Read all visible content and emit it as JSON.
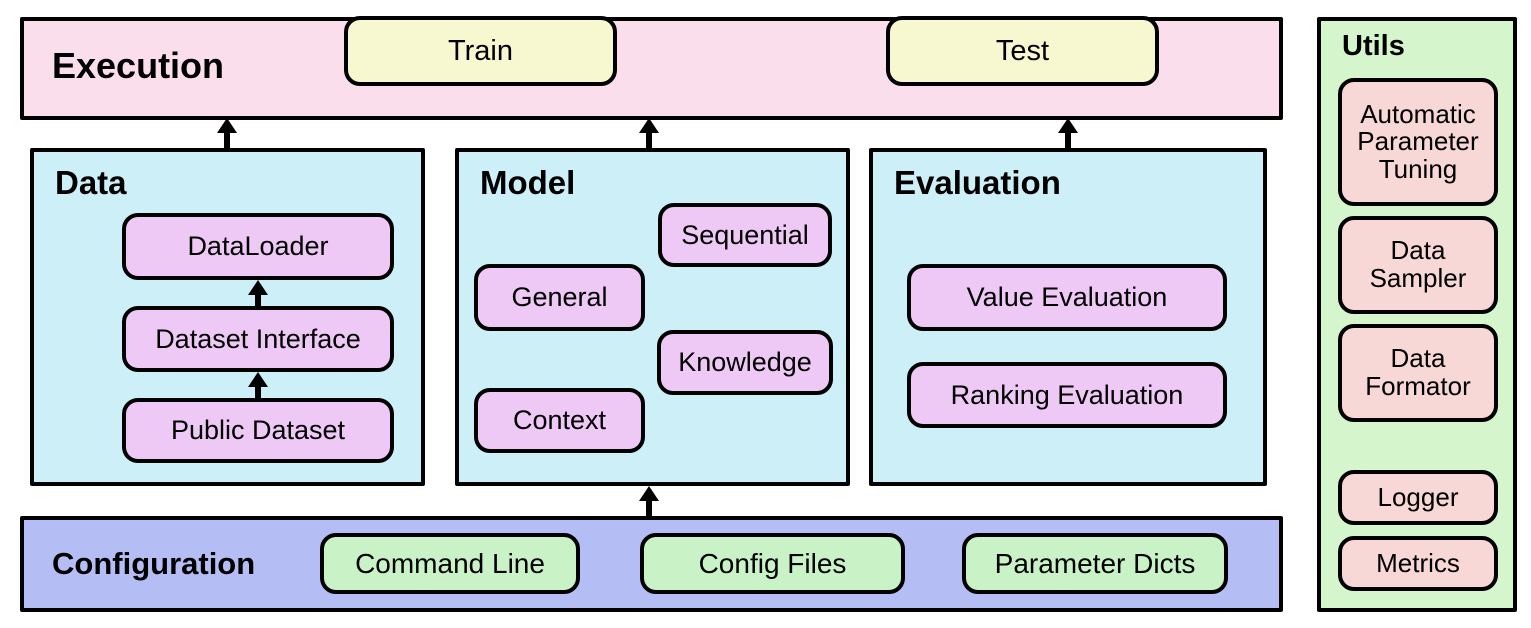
{
  "diagram": {
    "title": "RecBole-style library architecture diagram",
    "colors": {
      "execution_bg": "#FADEEB",
      "stage_bg": "#CCEFF8",
      "model_chip": "#EFC9F6",
      "exec_chip": "#F7F7D0",
      "configuration_bg": "#B5BDF5",
      "config_chip": "#CAF2C7",
      "utils_bg": "#D5F5CC",
      "utils_chip": "#F8D7D7",
      "stroke": "#000000"
    }
  },
  "execution": {
    "title": "Execution",
    "items": [
      {
        "label": "Train"
      },
      {
        "label": "Test"
      }
    ]
  },
  "stages": [
    {
      "title": "Data",
      "items": [
        {
          "label": "DataLoader"
        },
        {
          "label": "Dataset Interface"
        },
        {
          "label": "Public Dataset"
        }
      ]
    },
    {
      "title": "Model",
      "items": [
        {
          "label": "Sequential"
        },
        {
          "label": "General"
        },
        {
          "label": "Knowledge"
        },
        {
          "label": "Context"
        }
      ]
    },
    {
      "title": "Evaluation",
      "items": [
        {
          "label": "Value Evaluation"
        },
        {
          "label": "Ranking Evaluation"
        }
      ]
    }
  ],
  "configuration": {
    "title": "Configuration",
    "items": [
      {
        "label": "Command Line"
      },
      {
        "label": "Config Files"
      },
      {
        "label": "Parameter Dicts"
      }
    ]
  },
  "utils": {
    "title": "Utils",
    "items": [
      {
        "label": "Automatic Parameter Tuning"
      },
      {
        "label": "Data Sampler"
      },
      {
        "label": "Data Formator"
      },
      {
        "label": "Logger"
      },
      {
        "label": "Metrics"
      }
    ]
  },
  "arrows": [
    {
      "name": "data-to-execution",
      "from": "Data",
      "to": "Execution",
      "direction": "up"
    },
    {
      "name": "model-to-execution",
      "from": "Model",
      "to": "Execution",
      "direction": "up"
    },
    {
      "name": "evaluation-to-execution",
      "from": "Evaluation",
      "to": "Execution",
      "direction": "up"
    },
    {
      "name": "public-dataset-to-dataset-interface",
      "from": "Public Dataset",
      "to": "Dataset Interface",
      "direction": "up"
    },
    {
      "name": "dataset-interface-to-dataloader",
      "from": "Dataset Interface",
      "to": "DataLoader",
      "direction": "up"
    },
    {
      "name": "configuration-to-model",
      "from": "Configuration",
      "to": "Model",
      "direction": "up"
    }
  ]
}
